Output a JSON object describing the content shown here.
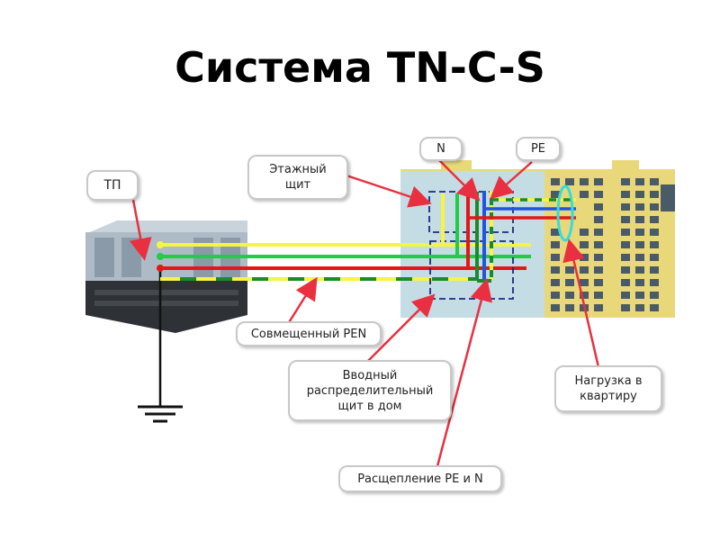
{
  "title": "Система TN-C-S",
  "labels": {
    "tp": "ТП",
    "n": "N",
    "pe": "PE",
    "floor_panel": "Этажный\nщит",
    "pen": "Совмещенный PEN",
    "input_panel": "Вводный\nраспределительный\nщит в дом",
    "load": "Нагрузка в\nквартиру",
    "split": "Расщепление PE и N"
  },
  "colors": {
    "phase_yellow": "#f5f542",
    "phase_green": "#22cc44",
    "phase_red": "#e01818",
    "pen_green": "#1a8a2a",
    "neutral_blue": "#2255dd",
    "pointer_red": "#e83040",
    "ground_black": "#111111"
  },
  "icons": [
    "transformer-substation-icon",
    "apartment-building-icon",
    "ground-symbol-icon"
  ]
}
